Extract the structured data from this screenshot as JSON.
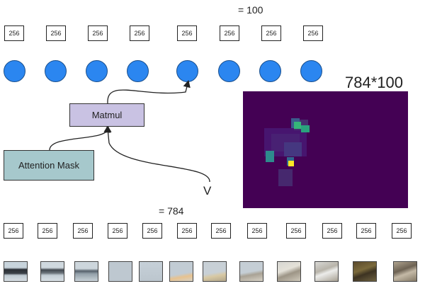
{
  "top_count_label": "= 100",
  "bottom_count_label": "= 784",
  "heatmap_label": "784*100",
  "value_label": "V",
  "matmul_label": "Matmul",
  "mask_label": "Attention Mask",
  "top_tokens": [
    "256",
    "256",
    "256",
    "256",
    "256",
    "256",
    "256",
    "256"
  ],
  "bottom_tokens": [
    "256",
    "256",
    "256",
    "256",
    "256",
    "256",
    "256",
    "256",
    "256",
    "256",
    "256",
    "256"
  ],
  "colors": {
    "node_blue": "#2b86f0",
    "matmul_fill": "#c9c2e3",
    "mask_fill": "#a6c8cc",
    "heatmap_bg": "#440154"
  }
}
